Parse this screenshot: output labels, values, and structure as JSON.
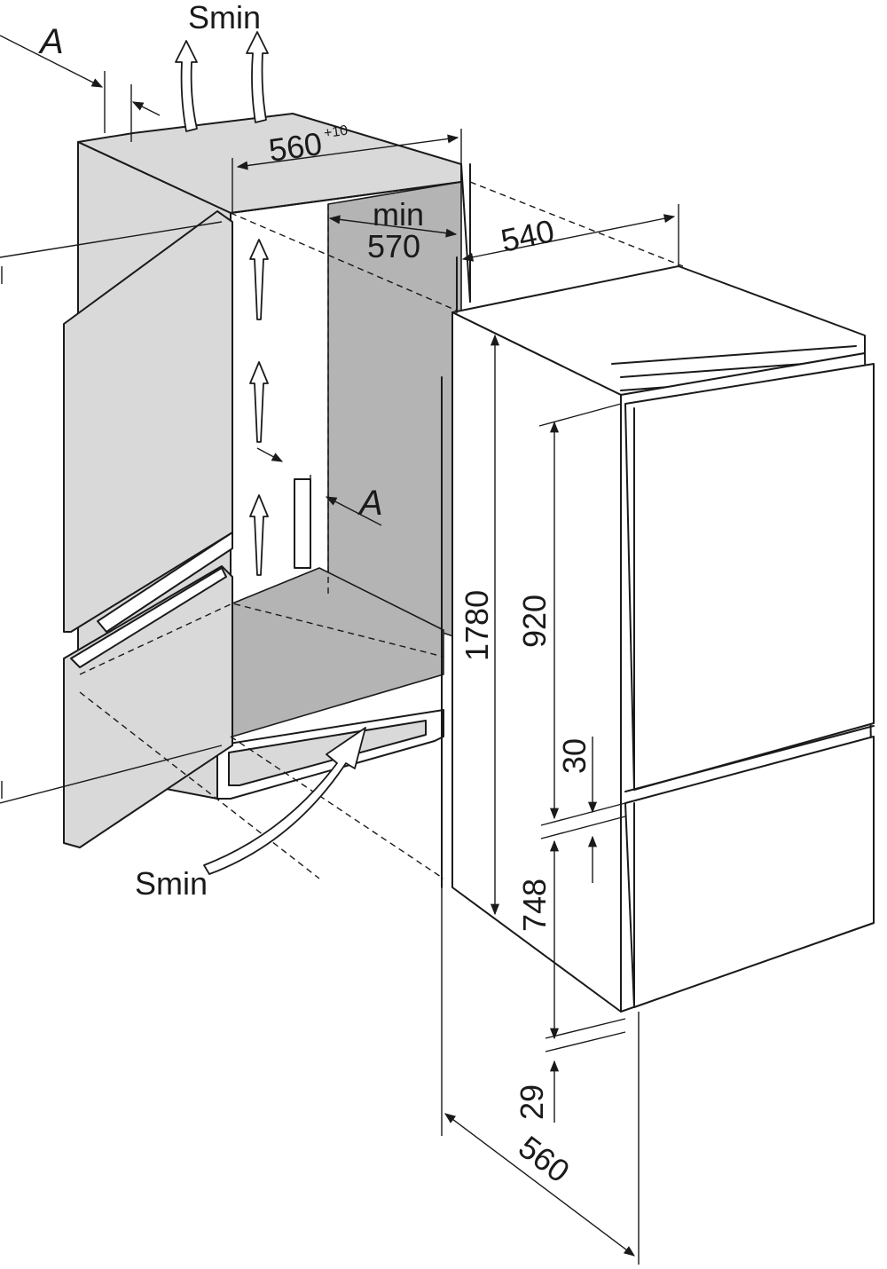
{
  "labels": {
    "s_min_top": "Smin",
    "s_min_bottom": "Smin",
    "a_top": "A",
    "a_middle": "A"
  },
  "dimensions": {
    "niche_width": "560",
    "niche_width_tolerance": "+10",
    "min_depth_label": "min",
    "min_depth_value": "570",
    "appliance_depth": "540",
    "appliance_height": "1780",
    "upper_door_height": "920",
    "door_gap": "30",
    "lower_door_height": "748",
    "bottom_offset": "29",
    "appliance_width": "560"
  }
}
